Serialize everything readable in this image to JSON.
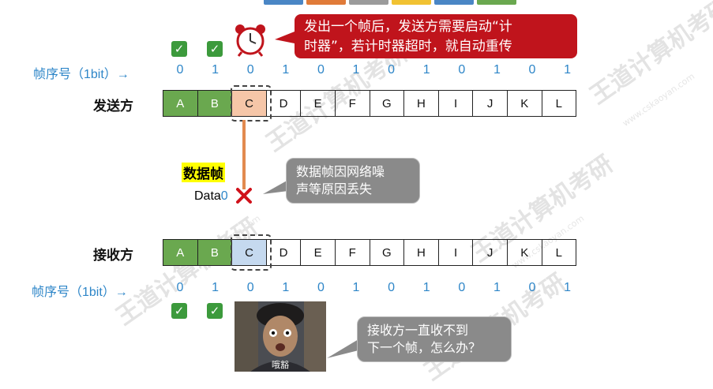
{
  "top_tabs": [
    {
      "color": "#4a86c5"
    },
    {
      "color": "#e07b39"
    },
    {
      "color": "#9b9b9b"
    },
    {
      "color": "#f1c232"
    },
    {
      "color": "#4a86c5"
    },
    {
      "color": "#6aa84f"
    }
  ],
  "sender": {
    "label": "发送方",
    "frames": [
      "A",
      "B",
      "C",
      "D",
      "E",
      "F",
      "G",
      "H",
      "I",
      "J",
      "K",
      "L"
    ],
    "seq_label": "帧序号（1bit）→",
    "seq": [
      "0",
      "1",
      "0",
      "1",
      "0",
      "1",
      "0",
      "1",
      "0",
      "1",
      "0",
      "1"
    ]
  },
  "receiver": {
    "label": "接收方",
    "frames": [
      "A",
      "B",
      "C",
      "D",
      "E",
      "F",
      "G",
      "H",
      "I",
      "J",
      "K",
      "L"
    ],
    "seq_label": "帧序号（1bit）→",
    "seq": [
      "0",
      "1",
      "0",
      "1",
      "0",
      "1",
      "0",
      "1",
      "0",
      "1",
      "0",
      "1"
    ]
  },
  "timer_bubble": {
    "line1": "发出一个帧后，发送方需要启动“计",
    "line2": "时器”，若计时器超时，就自动重传"
  },
  "data_frame": {
    "title": "数据帧",
    "name": "Data",
    "num": "0"
  },
  "loss_bubble": {
    "line1": "数据帧因网络噪",
    "line2": "声等原因丢失"
  },
  "receiver_bubble": {
    "line1": "接收方一直收不到",
    "line2": "下一个帧，怎么办？"
  },
  "meme": {
    "caption": "哦豁"
  },
  "icons": {
    "check": "check-mark-icon",
    "clock": "alarm-clock-icon",
    "cross": "red-cross-icon"
  },
  "watermark": {
    "text": "王道计算机考研",
    "site": "www.cskaoyan.com"
  },
  "colors": {
    "accent_blue": "#2e86c8",
    "green_frame": "#6aa84f",
    "orange_frame": "#f6c6a8",
    "blue_frame": "#c5d9ef",
    "bubble_red": "#c0141c",
    "bubble_gray": "#8a8a8a"
  }
}
